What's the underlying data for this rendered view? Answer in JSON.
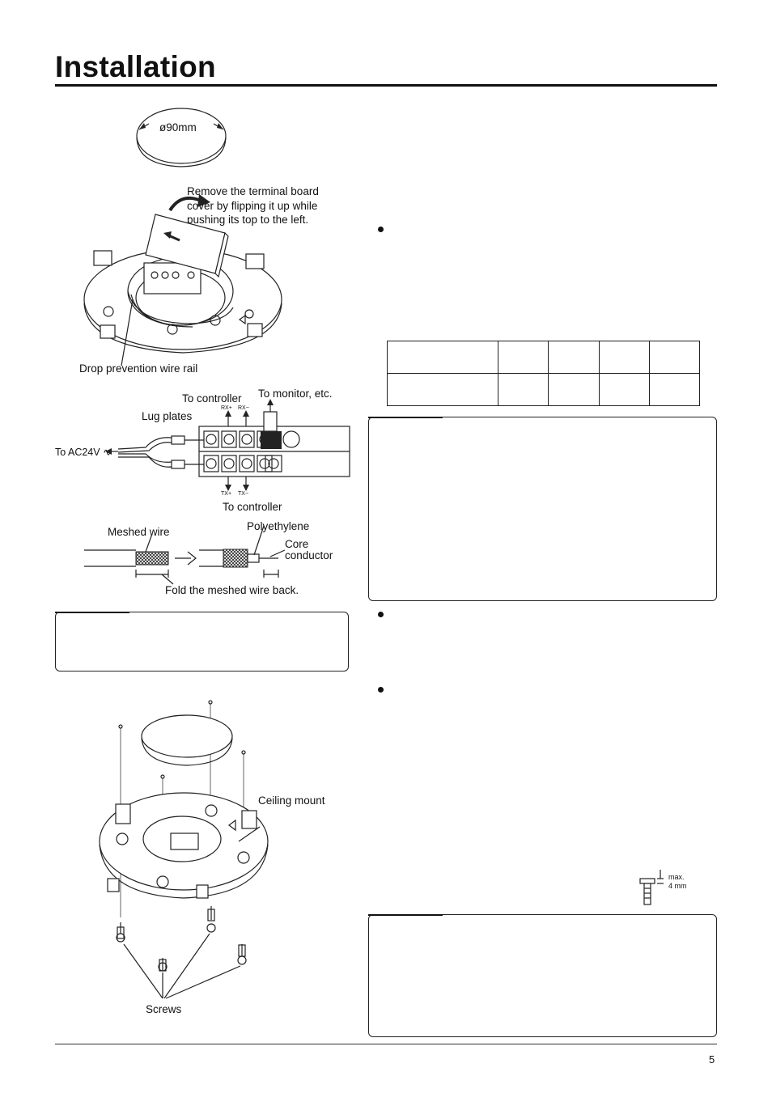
{
  "page": {
    "title": "Installation",
    "page_number": "5"
  },
  "figure1": {
    "diameter_label": "ø90mm",
    "remove_cover_text": "Remove the terminal board cover by flipping it up while pushing its top to the left.",
    "remove_cover_lines": [
      "Remove the terminal board",
      "cover by flipping it up while",
      "pushing its top to the left."
    ],
    "rail_label": "Drop prevention wire rail"
  },
  "figure2": {
    "to_controller_top": "To controller",
    "to_monitor": "To monitor, etc.",
    "lug_plates": "Lug plates",
    "to_ac24v": "To AC24V",
    "rx_plus": "RX+",
    "rx_minus": "RX−",
    "tx_plus": "TX+",
    "tx_minus": "TX−",
    "to_controller_bottom": "To controller"
  },
  "figure3": {
    "meshed_wire": "Meshed wire",
    "polyethylene": "Polyethylene",
    "core": "Core",
    "conductor": "conductor",
    "fold_back": "Fold the meshed wire back."
  },
  "figure4": {
    "ceiling_mount": "Ceiling mount",
    "screws": "Screws"
  },
  "screw_spec": {
    "max": "max.",
    "size": "4 mm"
  }
}
